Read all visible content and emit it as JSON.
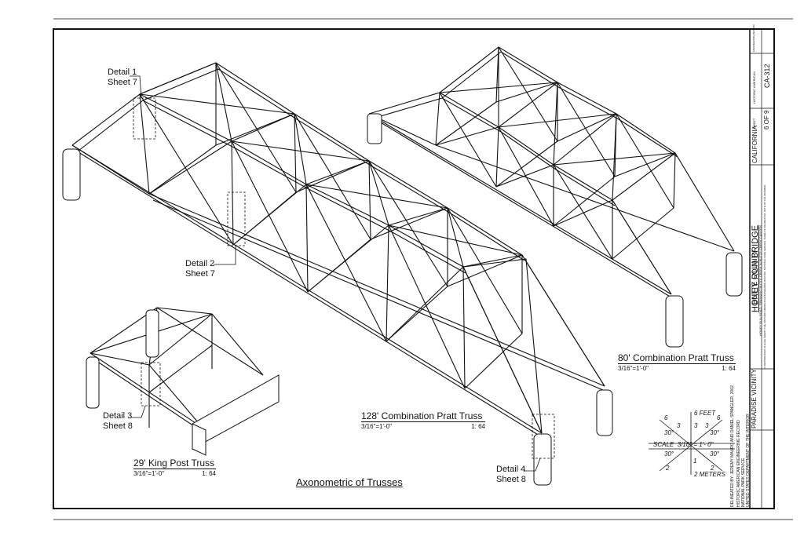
{
  "details": {
    "d1": {
      "line1": "Detail 1",
      "line2": "Sheet 7"
    },
    "d2": {
      "line1": "Detail 2",
      "line2": "Sheet 7"
    },
    "d3": {
      "line1": "Detail 3",
      "line2": "Sheet 8"
    },
    "d4": {
      "line1": "Detail 4",
      "line2": "Sheet 8"
    }
  },
  "trusses": {
    "pratt80": {
      "title": "80' Combination Pratt Truss",
      "scale": "3/16\"=1'-0\"",
      "ratio": "1: 64"
    },
    "pratt128": {
      "title": "128' Combination Pratt Truss",
      "scale": "3/16\"=1'-0\"",
      "ratio": "1: 64"
    },
    "kingpost29": {
      "title": "29' King Post Truss",
      "scale": "3/16\"=1'-0\"",
      "ratio": "1: 64"
    }
  },
  "drawing_title": "Axonometric of Trusses",
  "scale_graphic": {
    "feet": "6 FEET",
    "meters": "2 METERS",
    "scale_text": "SCALE",
    "scale_value": "3/16\" = 1'- 0\"",
    "deg_ul": "30°",
    "deg_ur": "30°",
    "deg_ll": "30°",
    "deg_lr": "30°",
    "n6l": "6",
    "n3l": "3",
    "n3m": "3",
    "n3r": "3",
    "n6r": "6",
    "n1": "1",
    "n2l": "2",
    "n2r": "2"
  },
  "title_block": {
    "project": "HONEY RUN BRIDGE",
    "location_desc": "HONEY RUN ROAD, SPANNING BUTTE CREEK IN BUTTE CREEK CANYON",
    "county": "BUTTE COUNTY",
    "vicinity": "PARADISE VICINITY",
    "state": "CALIFORNIA",
    "delineator": "DELINEATED BY: JEREMY MAURO AND DANIEL SPANGLER, 2002",
    "agency1": "HISTORIC AMERICAN ENGINEERING RECORD",
    "agency2": "NATIONAL PARK SERVICE",
    "agency3": "UNITED STATES DEPARTMENT OF THE INTERIOR",
    "survey_number": "CA-312",
    "sheet_label": "SHEET",
    "sheet_num": "6",
    "sheet_of": "OF",
    "sheet_total": "9",
    "record_label": "HISTORIC AMERICAN",
    "record_sub": "ENGINEERING RECORD",
    "note": "IF REPRODUCED, PLEASE CREDIT THE HISTORIC AMERICAN ENGINEERING RECORD, NATIONAL PARK SERVICE, NAME OF DELINEATOR, DATE OF THE DRAWING"
  }
}
